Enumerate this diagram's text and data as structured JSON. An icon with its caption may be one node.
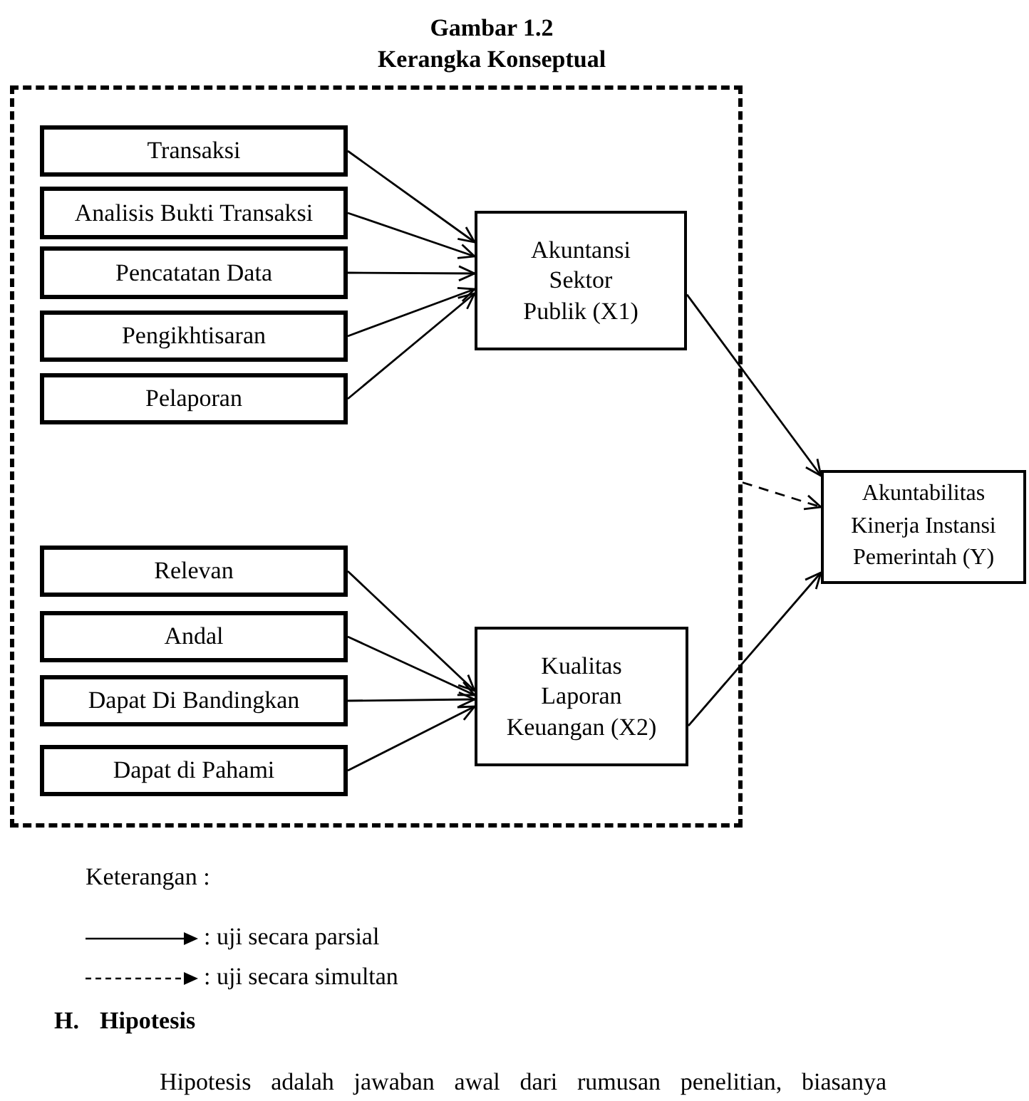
{
  "diagram": {
    "title": "Gambar 1.2",
    "caption": "Kerangka Konseptual",
    "nodes": [
      {
        "text": [],
        "shape": "box"
      },
      {
        "text": [
          "Transaksi"
        ],
        "in": 0
      },
      {
        "text": [
          "Analisis Bukti Transaksi"
        ],
        "in": 0
      },
      {
        "text": [
          "Pencatatan Data"
        ],
        "in": 0
      },
      {
        "text": [
          "Pengikhtisaran"
        ],
        "in": 0
      },
      {
        "text": [
          "Pelaporan"
        ],
        "in": 0
      },
      {
        "text": [
          "Akuntansi Sektor Publik (X1)"
        ],
        "in": 0
      },
      {
        "text": [
          "Relevan"
        ],
        "in": 0
      },
      {
        "text": [
          "Andal"
        ],
        "in": 0
      },
      {
        "text": [
          "Dapat Di Bandingkan"
        ],
        "in": 0
      },
      {
        "text": [
          "Dapat di Pahami"
        ],
        "in": 0
      },
      {
        "text": [
          "Kualitas Laporan Keuangan (X2)"
        ],
        "in": 0
      },
      {
        "text": [
          "Akuntabilitas Kinerja Instansi Pemerintah (Y)"
        ]
      }
    ],
    "edges": [
      {
        "from": 1,
        "to": 6,
        "arrow": "to"
      },
      {
        "from": 2,
        "to": 6,
        "arrow": "to"
      },
      {
        "from": 3,
        "to": 6,
        "arrow": "to"
      },
      {
        "from": 4,
        "to": 6,
        "arrow": "to"
      },
      {
        "from": 5,
        "to": 6,
        "arrow": "to"
      },
      {
        "from": 7,
        "to": 11,
        "arrow": "to"
      },
      {
        "from": 8,
        "to": 11,
        "arrow": "to"
      },
      {
        "from": 9,
        "to": 11,
        "arrow": "to"
      },
      {
        "from": 10,
        "to": 11,
        "arrow": "to"
      },
      {
        "from": 6,
        "to": 12,
        "arrow": "to"
      },
      {
        "from": 0,
        "to": 12,
        "arrow": "to",
        "style": "dashed"
      },
      {
        "from": 11,
        "to": 12,
        "arrow": "to"
      }
    ],
    "labels": [
      "Keterangan :",
      "H.",
      "Hipotesis",
      "Hipotesis adalah jawaban awal dari rumusan penelitian, biasanya"
    ],
    "legend": [
      {
        "text": ": uji secara parsial"
      },
      {
        "text": ": uji secara simultan"
      }
    ]
  }
}
